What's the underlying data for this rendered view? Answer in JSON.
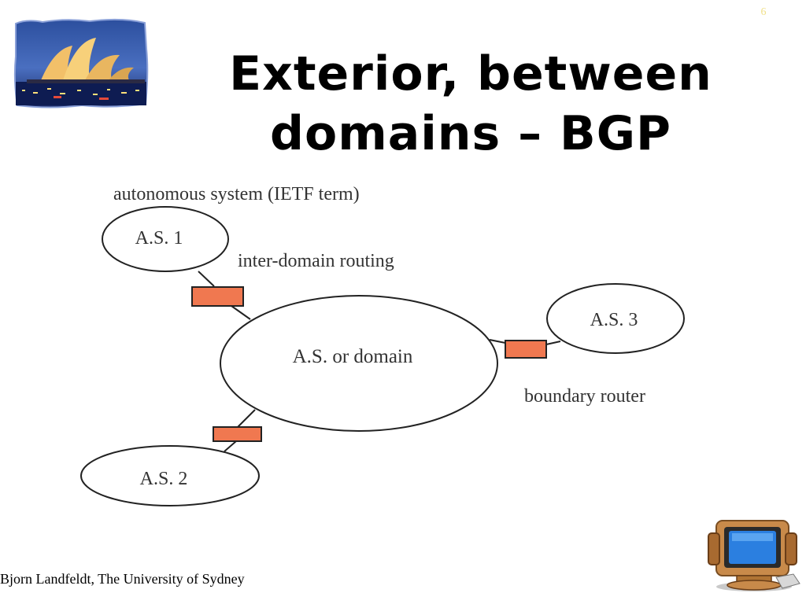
{
  "slide": {
    "number": "6",
    "title_line1": "Exterior, between",
    "title_line2": "domains – BGP",
    "footer": "Bjorn Landfeldt, The University of Sydney"
  },
  "icons": {
    "logo": "sydney-opera-house-icon",
    "corner": "computer-monitor-icon"
  },
  "colors": {
    "router_fill": "#f07850",
    "router_stroke": "#222222",
    "ellipse_stroke": "#222222",
    "label_text": "#333333"
  },
  "diagram": {
    "labels": {
      "autonomous_system": "autonomous system (IETF term)",
      "inter_domain_routing": "inter-domain routing",
      "boundary_router": "boundary router"
    },
    "nodes": {
      "as1": "A.S. 1",
      "as2": "A.S. 2",
      "as3": "A.S. 3",
      "domain": "A.S. or domain"
    }
  }
}
